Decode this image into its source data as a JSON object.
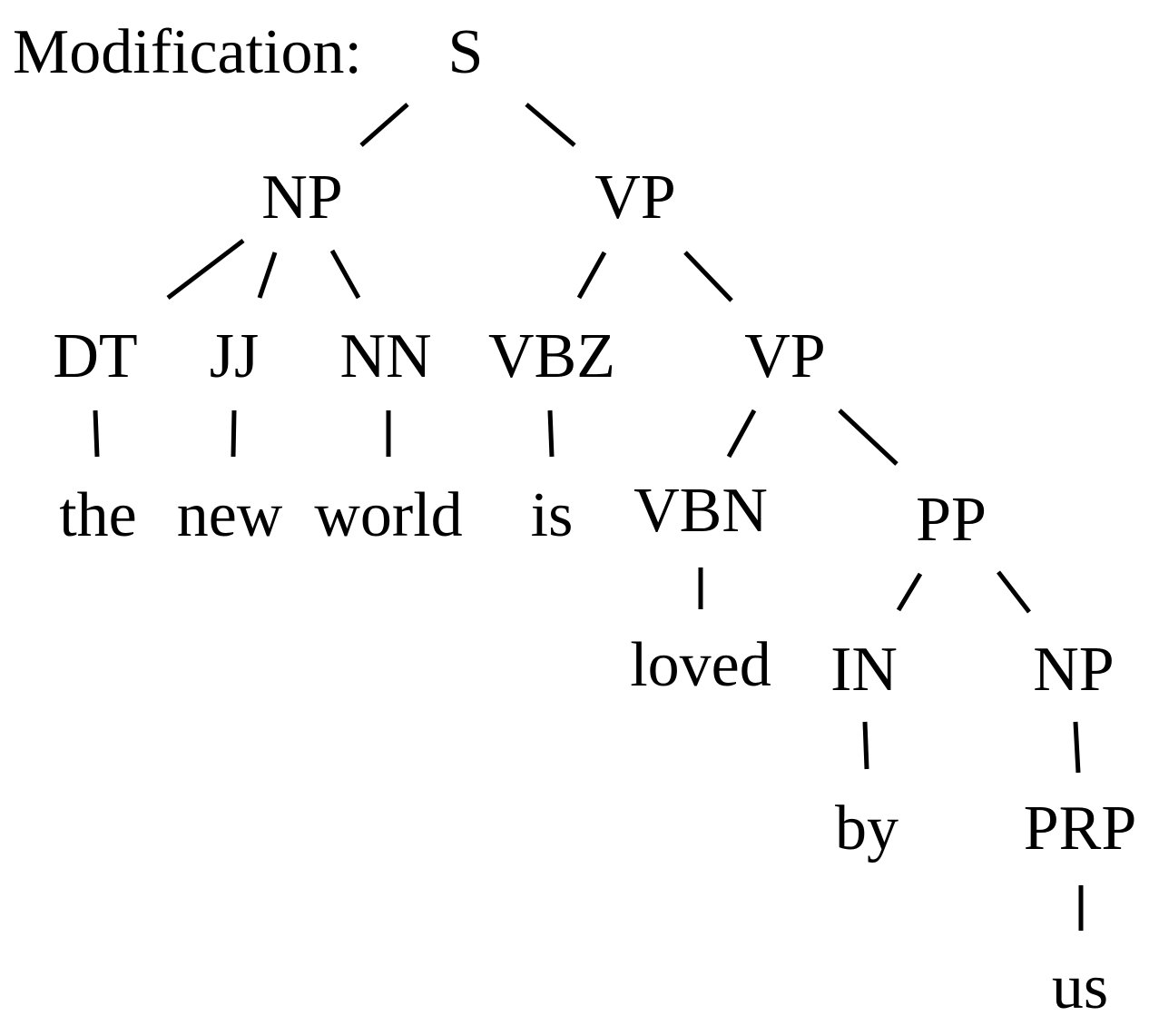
{
  "diagram": {
    "heading": "Modification:",
    "tree": {
      "label": "S",
      "children": [
        {
          "label": "NP",
          "children": [
            {
              "label": "DT",
              "children": [
                {
                  "label": "the"
                }
              ]
            },
            {
              "label": "JJ",
              "children": [
                {
                  "label": "new"
                }
              ]
            },
            {
              "label": "NN",
              "children": [
                {
                  "label": "world"
                }
              ]
            }
          ]
        },
        {
          "label": "VP",
          "children": [
            {
              "label": "VBZ",
              "children": [
                {
                  "label": "is"
                }
              ]
            },
            {
              "label": "VP",
              "children": [
                {
                  "label": "VBN",
                  "children": [
                    {
                      "label": "loved"
                    }
                  ]
                },
                {
                  "label": "PP",
                  "children": [
                    {
                      "label": "IN",
                      "children": [
                        {
                          "label": "by"
                        }
                      ]
                    },
                    {
                      "label": "NP",
                      "children": [
                        {
                          "label": "PRP",
                          "children": [
                            {
                              "label": "us"
                            }
                          ]
                        }
                      ]
                    }
                  ]
                }
              ]
            }
          ]
        }
      ]
    }
  }
}
